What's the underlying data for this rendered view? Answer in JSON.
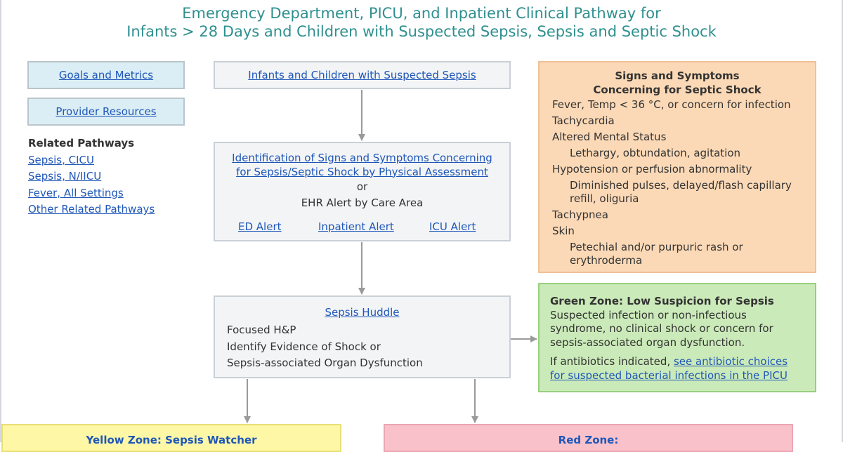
{
  "title": {
    "line1": "Emergency Department, PICU, and Inpatient Clinical Pathway for",
    "line2": "Infants > 28 Days and Children with Suspected Sepsis, Sepsis and Septic Shock"
  },
  "left": {
    "goals_label": "Goals and Metrics",
    "provider_label": "Provider Resources",
    "related_heading": "Related Pathways",
    "related_links": [
      "Sepsis, CICU",
      "Sepsis, N/IICU",
      "Fever, All Settings",
      "Other Related Pathways"
    ]
  },
  "entry_label": "Infants and Children with Suspected Sepsis",
  "identification": {
    "link_line1": "Identification of Signs and Symptoms Concerning",
    "link_line2": "for Sepsis/Septic Shock by Physical Assessment",
    "or": "or",
    "ehr": "EHR Alert by Care Area",
    "alerts": [
      "ED Alert",
      "Inpatient Alert",
      "ICU Alert"
    ]
  },
  "huddle": {
    "title": "Sepsis Huddle",
    "lines": [
      "Focused H&P",
      "Identify Evidence of Shock or",
      "Sepsis-associated Organ Dysfunction"
    ]
  },
  "signs": {
    "title_line1": "Signs and Symptoms",
    "title_line2": "Concerning for Septic Shock",
    "items": [
      "Fever, Temp < 36 °C, or concern for infection",
      "Tachycardia",
      "Altered Mental Status",
      "Lethargy, obtundation, agitation",
      "Hypotension or perfusion abnormality",
      "Diminished pulses, delayed/flash capillary",
      "refill, oliguria",
      "Tachypnea",
      "Skin",
      "Petechial and/or purpuric rash or",
      "erythroderma"
    ]
  },
  "green": {
    "title": "Green Zone: Low Suspicion for Sepsis",
    "body_lines": [
      "Suspected infection or non-infectious",
      "syndrome, no clinical shock or concern for",
      "sepsis-associated organ dysfunction."
    ],
    "abx_prefix": "If antibiotics indicated, ",
    "abx_link_line1": "see antibiotic choices",
    "abx_link_line2": "for suspected bacterial infections in the PICU"
  },
  "zones": {
    "yellow_title": "Yellow Zone: Sepsis Watcher",
    "red_title": "Red Zone:"
  },
  "colors": {
    "title": "#2f8f8f",
    "link": "#1f57b8",
    "arrow": "#9a9a9a"
  }
}
